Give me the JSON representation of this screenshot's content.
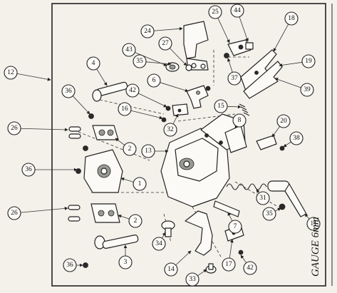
{
  "diagram": {
    "gauge_label": "GAUGE 6mm",
    "assembly_callout": "12",
    "callouts": [
      {
        "id": "c25",
        "label": "25"
      },
      {
        "id": "c44",
        "label": "44"
      },
      {
        "id": "c18",
        "label": "18"
      },
      {
        "id": "c24",
        "label": "24"
      },
      {
        "id": "c27",
        "label": "27"
      },
      {
        "id": "c43",
        "label": "43"
      },
      {
        "id": "c35a",
        "label": "35"
      },
      {
        "id": "c37",
        "label": "37"
      },
      {
        "id": "c19",
        "label": "19"
      },
      {
        "id": "c4",
        "label": "4"
      },
      {
        "id": "c42a",
        "label": "42"
      },
      {
        "id": "c6",
        "label": "6"
      },
      {
        "id": "c39",
        "label": "39"
      },
      {
        "id": "c36a",
        "label": "36"
      },
      {
        "id": "c15",
        "label": "15"
      },
      {
        "id": "c16",
        "label": "16"
      },
      {
        "id": "c32",
        "label": "32"
      },
      {
        "id": "c26a",
        "label": "26"
      },
      {
        "id": "c8",
        "label": "8"
      },
      {
        "id": "c20",
        "label": "20"
      },
      {
        "id": "c2a",
        "label": "2"
      },
      {
        "id": "c13",
        "label": "13"
      },
      {
        "id": "c38",
        "label": "38"
      },
      {
        "id": "c36b",
        "label": "36"
      },
      {
        "id": "c1",
        "label": "1"
      },
      {
        "id": "c31",
        "label": "31"
      },
      {
        "id": "c26b",
        "label": "26"
      },
      {
        "id": "c2b",
        "label": "2"
      },
      {
        "id": "c7",
        "label": "7"
      },
      {
        "id": "c35b",
        "label": "35"
      },
      {
        "id": "c11",
        "label": "11"
      },
      {
        "id": "c34",
        "label": "34"
      },
      {
        "id": "c3",
        "label": "3"
      },
      {
        "id": "c14",
        "label": "14"
      },
      {
        "id": "c17",
        "label": "17"
      },
      {
        "id": "c42b",
        "label": "42"
      },
      {
        "id": "c33",
        "label": "33"
      },
      {
        "id": "c36c",
        "label": "36"
      }
    ]
  }
}
